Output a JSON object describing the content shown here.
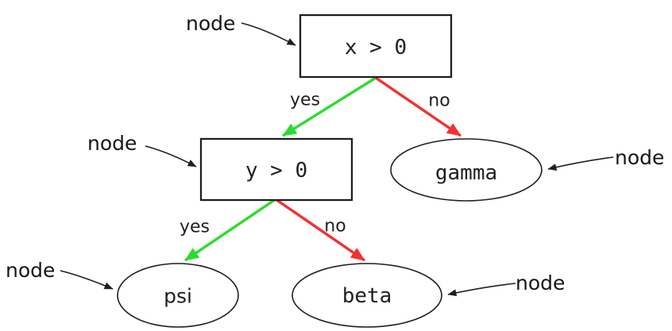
{
  "annotation": {
    "label": "node"
  },
  "nodes": {
    "root": {
      "label": "x > 0",
      "shape": "rectangle"
    },
    "second": {
      "label": "y > 0",
      "shape": "rectangle"
    },
    "gamma": {
      "label": "gamma",
      "shape": "ellipse"
    },
    "psi": {
      "label": "psi",
      "shape": "ellipse"
    },
    "beta": {
      "label": "beta",
      "shape": "ellipse"
    }
  },
  "edges": {
    "root_to_second": {
      "label": "yes",
      "color": "#2bdc2e"
    },
    "root_to_gamma": {
      "label": "no",
      "color": "#f43030"
    },
    "second_to_psi": {
      "label": "yes",
      "color": "#2bdc2e"
    },
    "second_to_beta": {
      "label": "no",
      "color": "#f43030"
    }
  },
  "colors": {
    "yes_green": "#2bdc2e",
    "no_red": "#f43030",
    "ink": "#1f1f1f"
  }
}
